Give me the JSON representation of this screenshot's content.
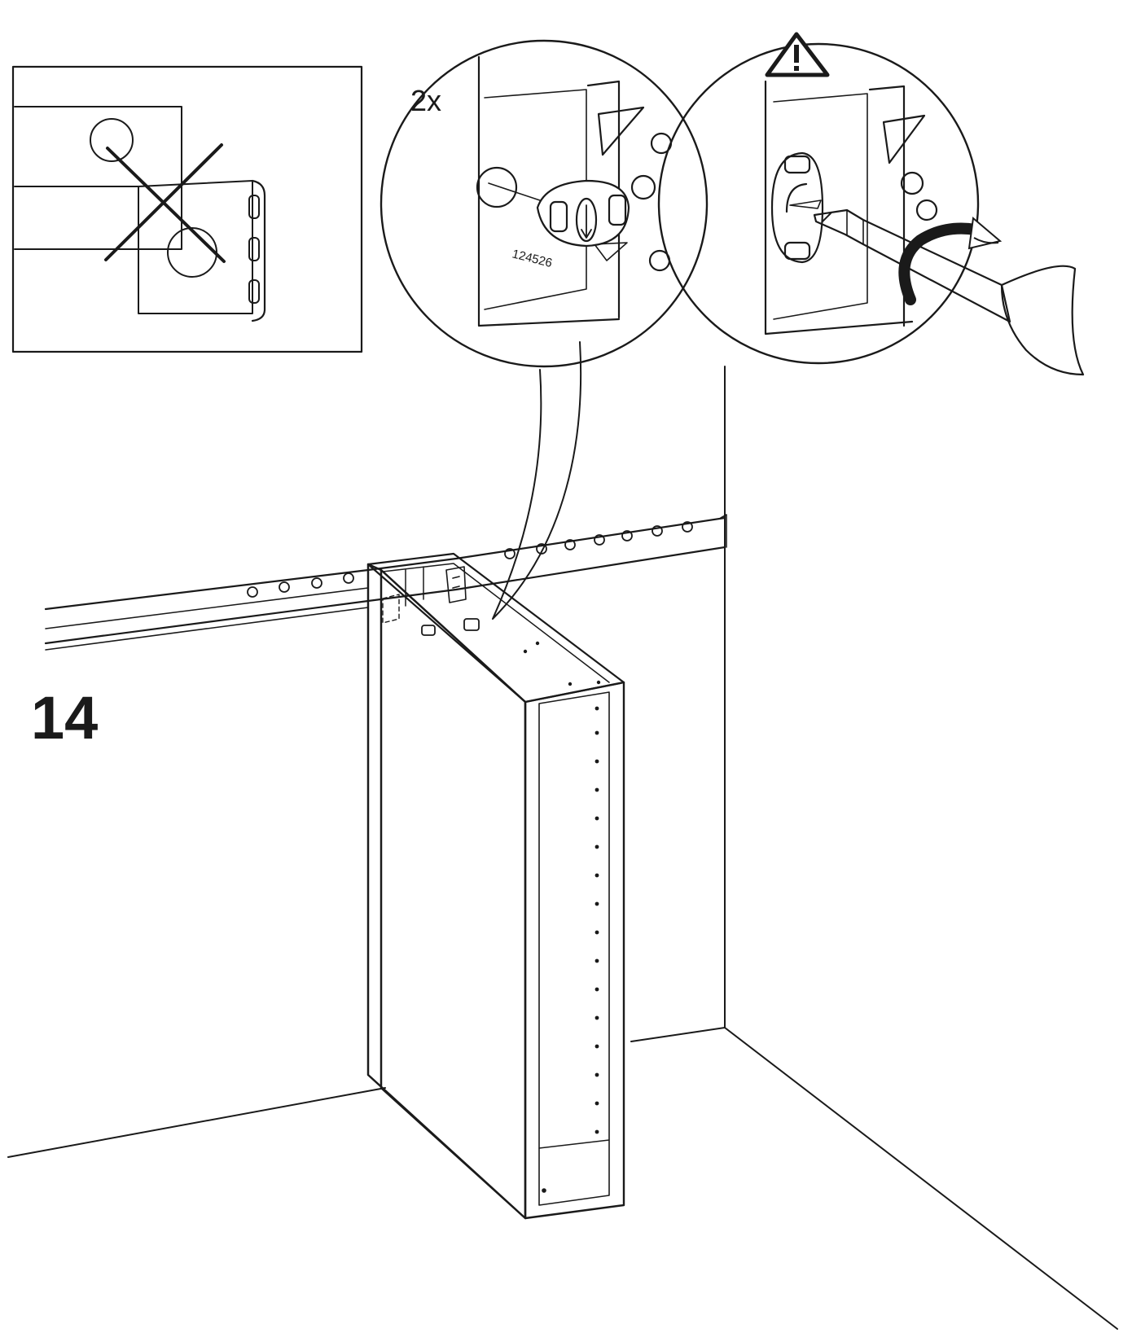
{
  "step": {
    "number": "14"
  },
  "callouts": {
    "quantity": "2x",
    "part_number": "124526",
    "warning_icon": "warning-triangle-icon"
  },
  "icons": {
    "wrong_way": "cross-out-icon",
    "screwdriver": "screwdriver-icon",
    "rotate": "rotate-arrow-icon"
  },
  "colors": {
    "ink": "#1a1a1a",
    "paper": "#ffffff"
  }
}
